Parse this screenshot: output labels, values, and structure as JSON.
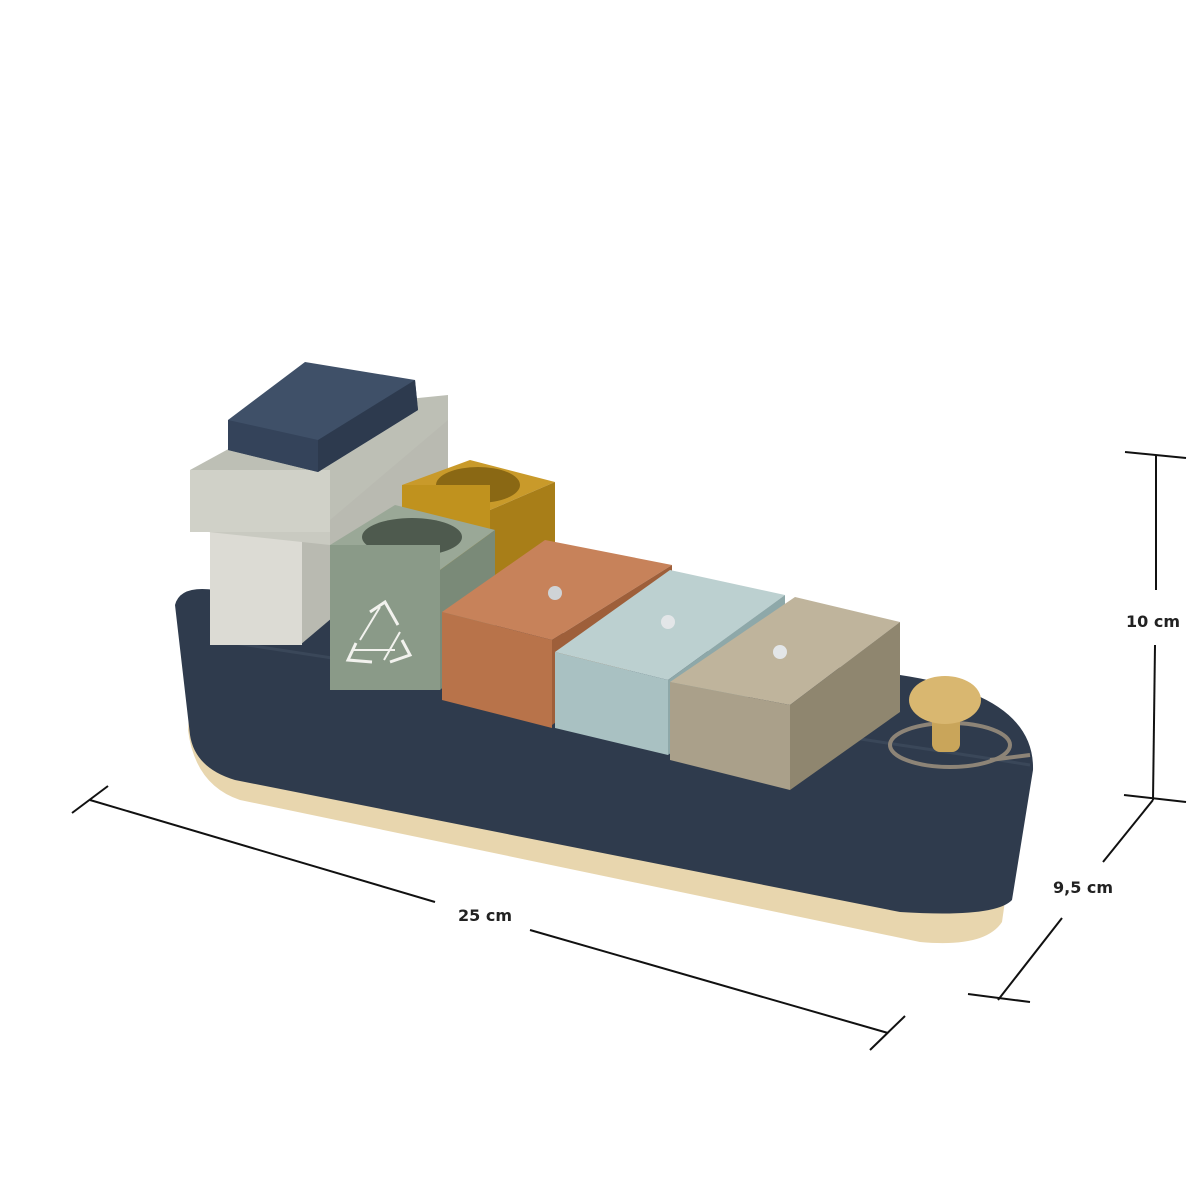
{
  "product": {
    "colors": {
      "hull": "#2f3b4d",
      "wood_base": "#e8d6ae",
      "bridge_top": "#3f5068",
      "bridge_body": "#d3d4cc",
      "container_green": "#8a9a88",
      "container_yellow": "#c0921e",
      "container_orange": "#b8734a",
      "container_light_blue": "#a9c1c2",
      "container_tan": "#aaa08a",
      "bollard": "#d9b770"
    },
    "icons": [
      "recycle-icon"
    ]
  },
  "dimensions": {
    "length": "25 cm",
    "height": "10 cm",
    "depth": "9,5 cm"
  }
}
